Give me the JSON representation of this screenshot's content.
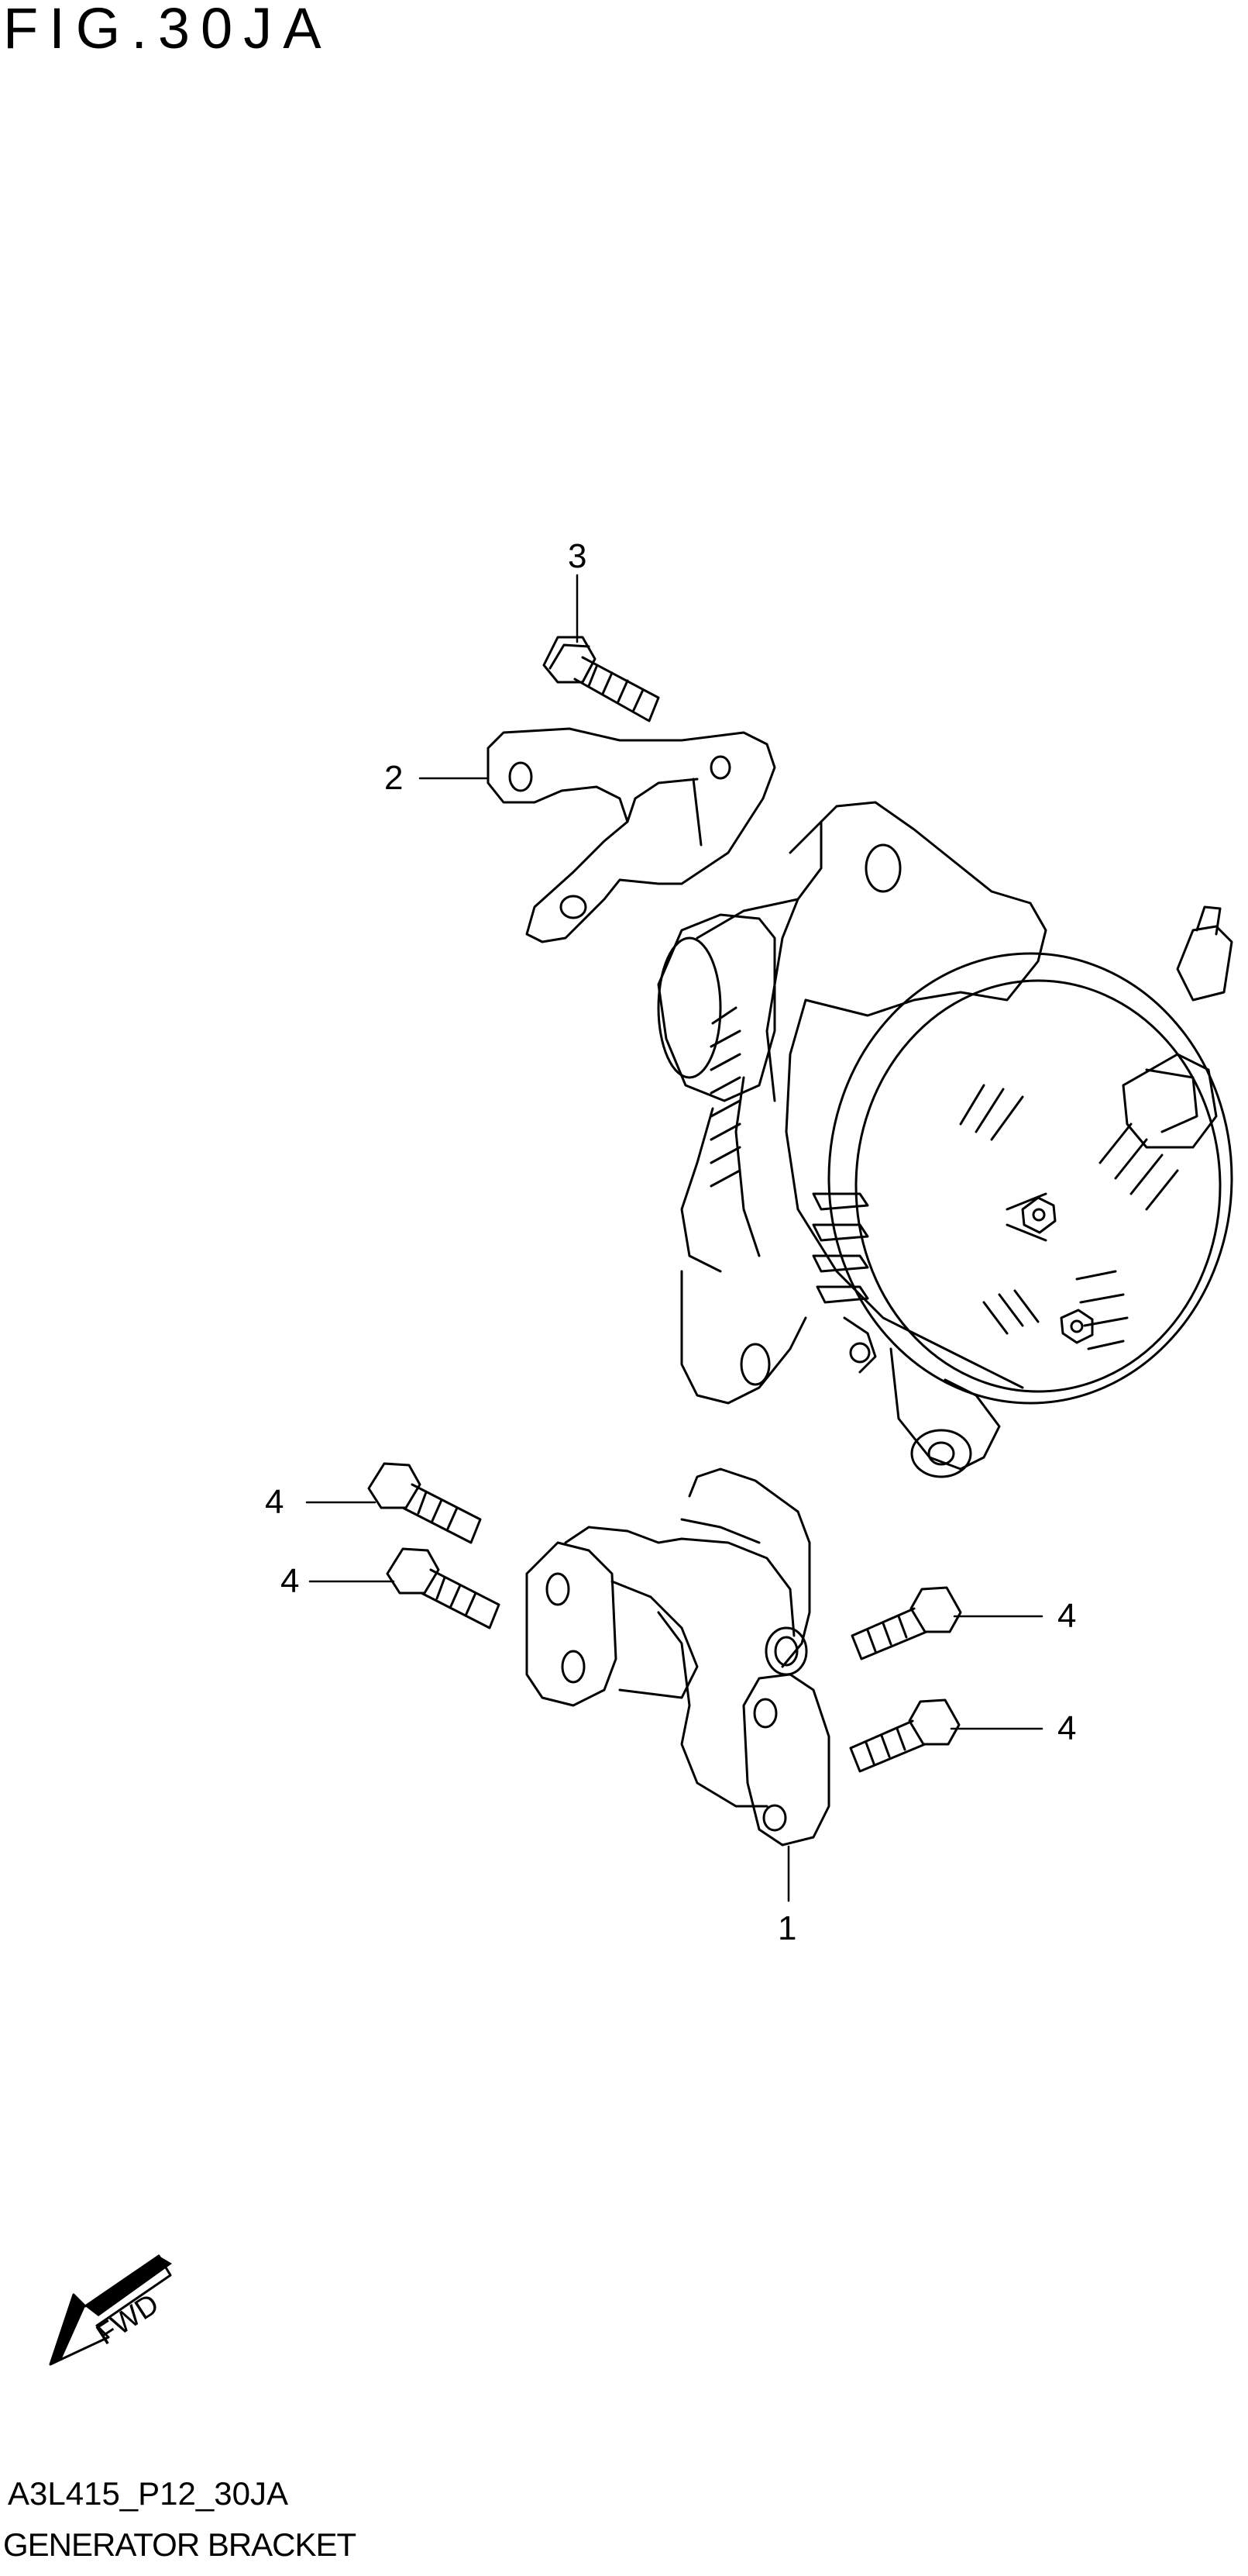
{
  "figure": {
    "title": "FIG.30JA"
  },
  "callouts": [
    {
      "id": "c3",
      "label": "3"
    },
    {
      "id": "c2",
      "label": "2"
    },
    {
      "id": "c4a",
      "label": "4"
    },
    {
      "id": "c4b",
      "label": "4"
    },
    {
      "id": "c4c",
      "label": "4"
    },
    {
      "id": "c4d",
      "label": "4"
    },
    {
      "id": "c1",
      "label": "1"
    }
  ],
  "fwd_marker": {
    "label": "FWD"
  },
  "footer": {
    "code": "A3L415_P12_30JA",
    "title": "GENERATOR BRACKET"
  }
}
